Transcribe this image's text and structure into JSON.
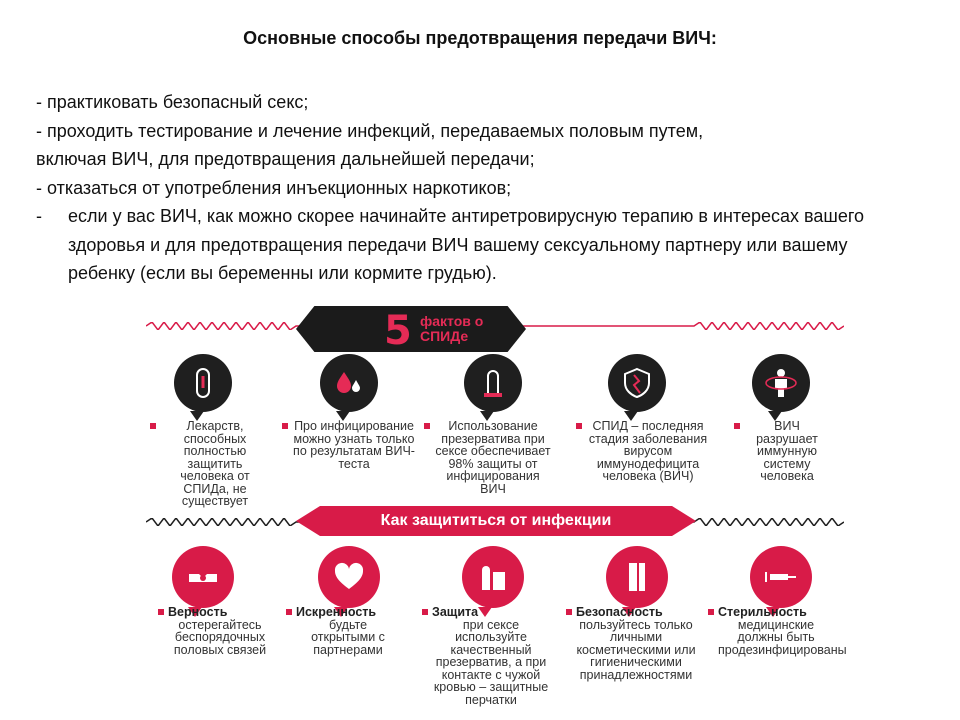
{
  "title": "Основные способы предотвращения передачи ВИЧ:",
  "bullets": [
    "- практиковать безопасный секс;",
    "- проходить тестирование и лечение инфекций, передаваемых половым путем,",
    "включая ВИЧ, для предотвращения дальнейшей передачи;",
    "- отказаться от употребления инъекционных наркотиков;"
  ],
  "hanging_bullet": {
    "dash": "-",
    "text": "если у вас ВИЧ, как можно скорее начинайте антиретровирусную терапию в интересах вашего здоровья и для предотвращения передачи ВИЧ вашему сексуальному партнеру или вашему ребенку (если вы беременны или кормите грудью)."
  },
  "infographic": {
    "banner1_big": "5",
    "banner1_small": "фактов о СПИДе",
    "banner2": "Как защититься от инфекции",
    "accent": "#d81b48",
    "dark": "#1f1f1f",
    "facts": [
      {
        "icon": "pill-icon",
        "text": "Лекарств, способных полностью защитить человека от СПИДа, не существует"
      },
      {
        "icon": "blood-drops-icon",
        "text": "Про инфицирование можно узнать только по результатам ВИЧ-теста"
      },
      {
        "icon": "condom-icon",
        "text": "Использование презерватива при сексе обеспечивает 98% защиты от инфицирования ВИЧ"
      },
      {
        "icon": "broken-shield-icon",
        "text": "СПИД – последняя стадия заболевания вирусом иммунодефицита человека (ВИЧ)"
      },
      {
        "icon": "human-body-icon",
        "text": "ВИЧ разрушает иммунную систему человека"
      }
    ],
    "protections": [
      {
        "icon": "handshake-icon",
        "head": "Верность",
        "text": "остерегайтесь беспорядочных половых связей"
      },
      {
        "icon": "heart-icon",
        "head": "Искренность",
        "text": "будьте открытыми с партнерами"
      },
      {
        "icon": "condoms-icon",
        "head": "Защита",
        "text": "при сексе используйте качественный презерватив, а при контакте с чужой кровью – защитные перчатки"
      },
      {
        "icon": "toothbrush-icon",
        "head": "Безопасность",
        "text": "пользуйтесь только личными косметическими или гигиеническими принадлежностями"
      },
      {
        "icon": "syringe-icon",
        "head": "Стерильность",
        "text": "медицинские должны быть продезинфицированы"
      }
    ]
  }
}
